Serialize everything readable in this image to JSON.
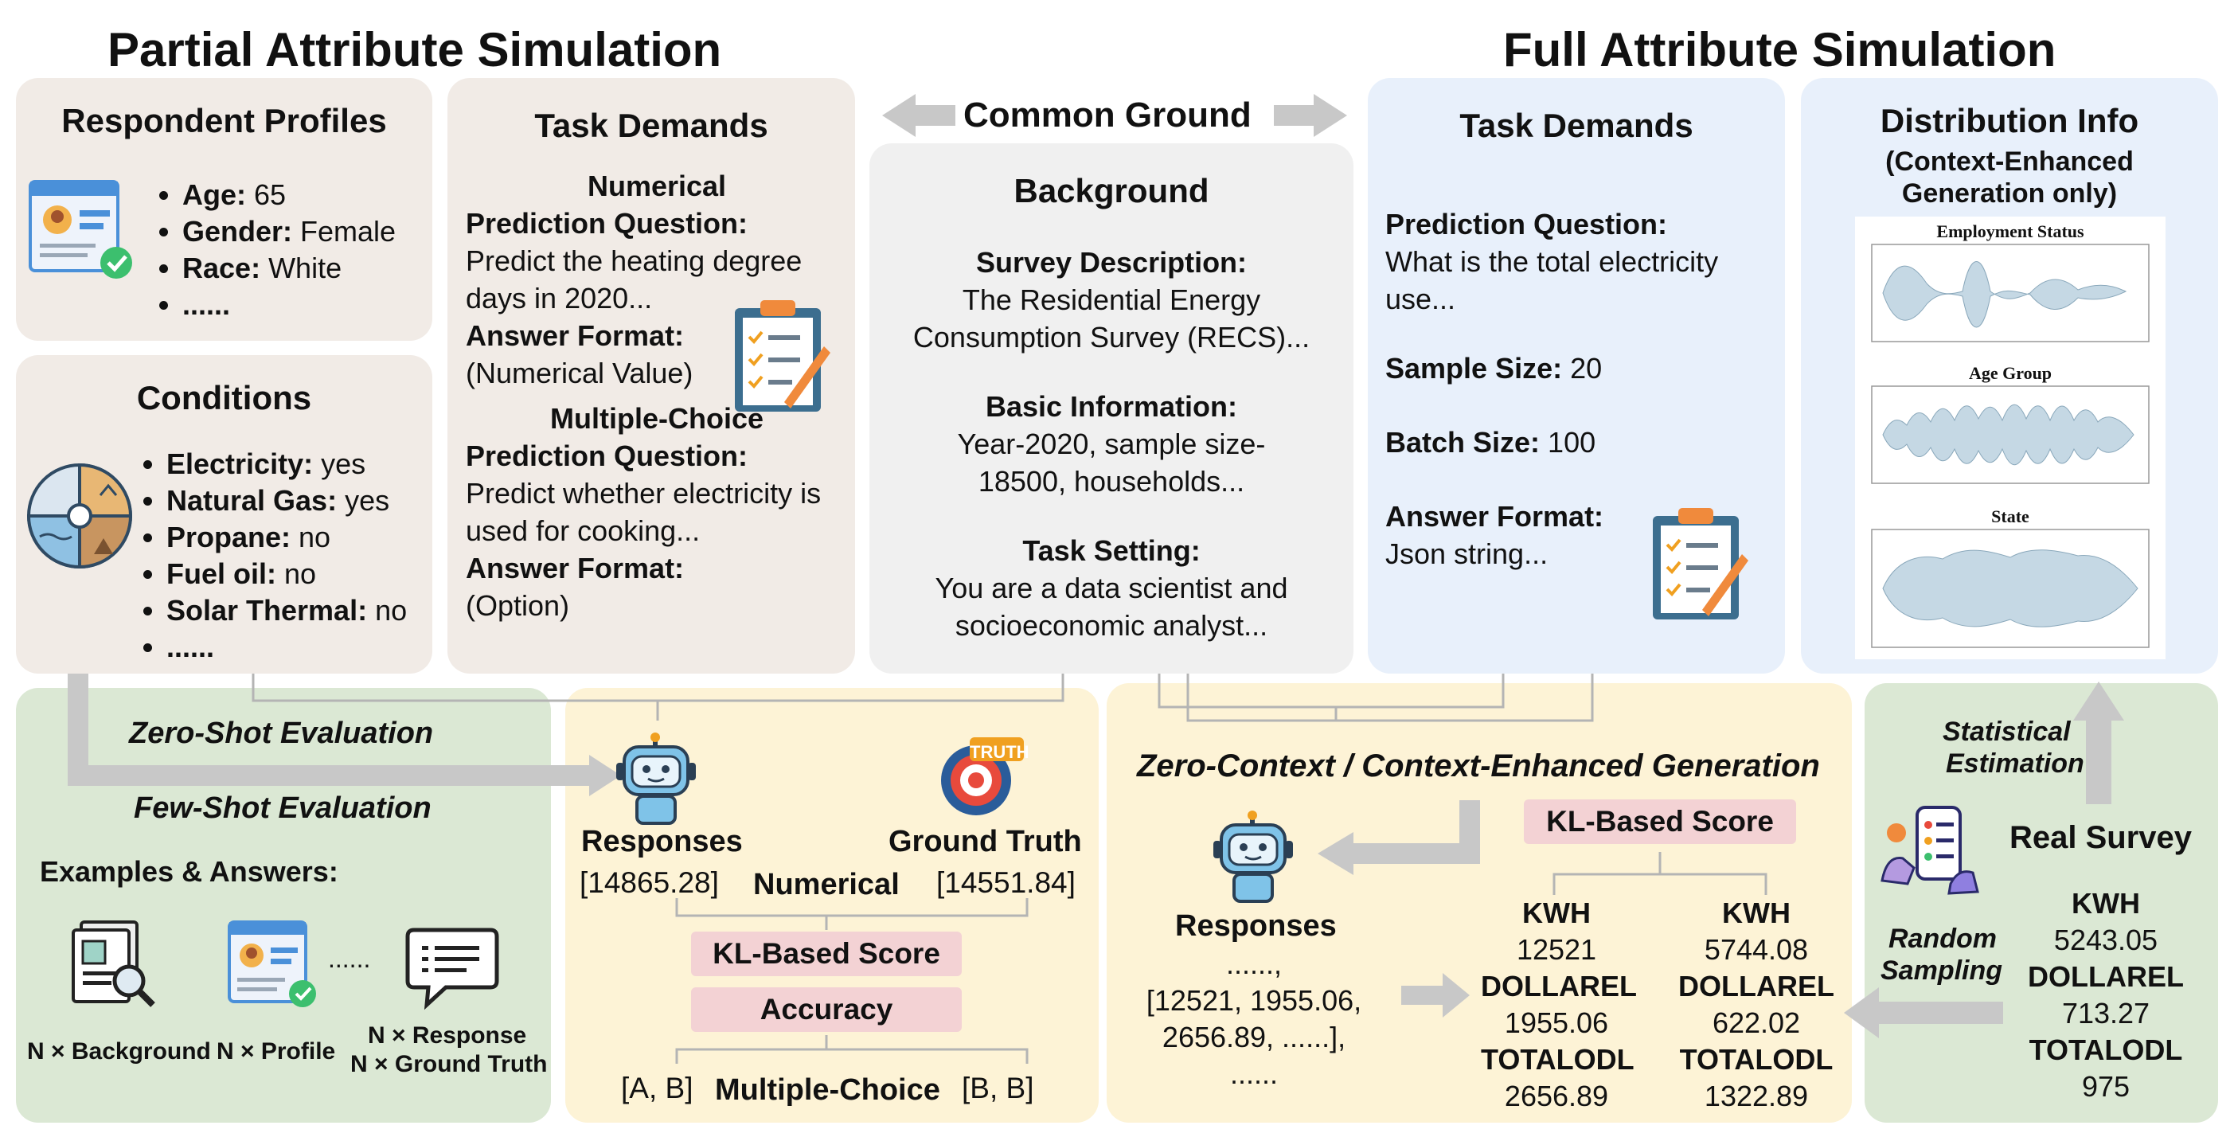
{
  "titles": {
    "partial": "Partial Attribute Simulation",
    "full": "Full Attribute Simulation",
    "common_ground": "Common Ground"
  },
  "profiles": {
    "title": "Respondent Profiles",
    "items": [
      {
        "label": "Age:",
        "value": " 65"
      },
      {
        "label": "Gender:",
        "value": " Female"
      },
      {
        "label": "Race:",
        "value": " White"
      },
      {
        "label": "......",
        "value": ""
      }
    ]
  },
  "conditions": {
    "title": "Conditions",
    "items": [
      {
        "label": "Electricity:",
        "value": " yes"
      },
      {
        "label": "Natural Gas:",
        "value": " yes"
      },
      {
        "label": "Propane:",
        "value": " no"
      },
      {
        "label": "Fuel oil:",
        "value": " no"
      },
      {
        "label": "Solar Thermal:",
        "value": " no"
      },
      {
        "label": "......",
        "value": ""
      }
    ]
  },
  "task_left": {
    "title": "Task Demands",
    "num_head1": "Numerical",
    "num_head2": "Prediction Question:",
    "num_q1": "Predict the heating degree",
    "num_q2": "days in 2020...",
    "num_fmt_label": "Answer Format:",
    "num_fmt": "(Numerical Value)",
    "mc_head1": "Multiple-Choice",
    "mc_head2": "Prediction Question:",
    "mc_q1": "Predict whether electricity is",
    "mc_q2": "used for cooking...",
    "mc_fmt_label": "Answer Format:",
    "mc_fmt": "(Option)"
  },
  "background": {
    "title": "Background",
    "s1_head": "Survey Description:",
    "s1_l1": "The Residential Energy",
    "s1_l2": "Consumption Survey (RECS)...",
    "s2_head": "Basic Information:",
    "s2_l1": "Year-2020, sample size-",
    "s2_l2": "18500, households...",
    "s3_head": "Task Setting:",
    "s3_l1": "You are a data scientist and",
    "s3_l2": "socioeconomic analyst..."
  },
  "task_right": {
    "title": "Task Demands",
    "pq_label": "Prediction Question:",
    "pq_l1": "What is the total electricity",
    "pq_l2": "use...",
    "sample_label": "Sample Size:",
    "sample_value": " 20",
    "batch_label": "Batch Size:",
    "batch_value": " 100",
    "fmt_label": "Answer Format:",
    "fmt_value": "Json string..."
  },
  "distribution": {
    "title": "Distribution Info",
    "sub1": "(Context-Enhanced",
    "sub2": "Generation only)",
    "plots": [
      "Employment Status",
      "Age Group",
      "State"
    ]
  },
  "zero_few": {
    "zero": "Zero-Shot Evaluation",
    "few": "Few-Shot Evaluation",
    "examples": "Examples & Answers:",
    "n_background": "N × Background",
    "n_profile": "N × Profile",
    "dots": "......",
    "n_response": "N × Response",
    "n_truth": "N × Ground Truth"
  },
  "partial_eval": {
    "responses": "Responses",
    "ground_truth": "Ground Truth",
    "truth_badge": "TRUTH",
    "resp_value": "[14865.28]",
    "numerical": "Numerical",
    "truth_value": "[14551.84]",
    "kl": "KL-Based Score",
    "accuracy": "Accuracy",
    "mc_left": "[A, B]",
    "mc_label": "Multiple-Choice",
    "mc_right": "[B, B]"
  },
  "full_eval": {
    "title": "Zero-Context / Context-Enhanced Generation",
    "kl": "KL-Based Score",
    "responses": "Responses",
    "r1": "......,",
    "r2": "[12521, 1955.06,",
    "r3": "2656.89, ......],",
    "r4": "......",
    "col1": [
      "KWH",
      "12521",
      "DOLLAREL",
      "1955.06",
      "TOTALODL",
      "2656.89"
    ],
    "col2": [
      "KWH",
      "5744.08",
      "DOLLAREL",
      "622.02",
      "TOTALODL",
      "1322.89"
    ]
  },
  "real_survey": {
    "stat1": "Statistical",
    "stat2": "Estimation",
    "title": "Real Survey",
    "rand1": "Random",
    "rand2": "Sampling",
    "vals": [
      "KWH",
      "5243.05",
      "DOLLAREL",
      "713.27",
      "TOTALODL",
      "975"
    ]
  },
  "colors": {
    "beige": "#f1ebe6",
    "gray": "#f0f0f0",
    "blue": "#e8f0fb",
    "green": "#dbe8d4",
    "yellow": "#fdf3d6",
    "pink": "#f3d2d4",
    "arrow": "#c8c8c8",
    "violin": "#c5d8e4"
  }
}
